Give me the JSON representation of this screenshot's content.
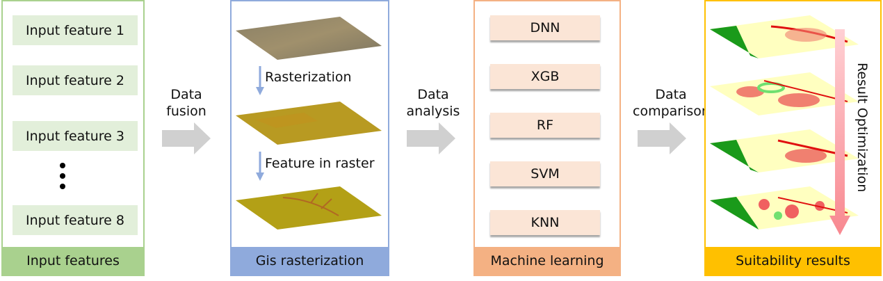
{
  "panels": {
    "input": {
      "title": "Input features",
      "border_color": "#a9d18e",
      "items": [
        "Input feature 1",
        "Input feature 2",
        "Input feature 3",
        "Input feature 8"
      ],
      "ellipsis": "vertical-dots"
    },
    "gis": {
      "title": "Gis rasterization",
      "border_color": "#8faadc",
      "steps": [
        "Rasterization",
        "Feature in raster"
      ],
      "layers": [
        "satellite-image-layer",
        "raster-layer",
        "feature-raster-layer"
      ]
    },
    "ml": {
      "title": "Machine learning",
      "border_color": "#f4b183",
      "models": [
        "DNN",
        "XGB",
        "RF",
        "SVM",
        "KNN"
      ]
    },
    "results": {
      "title": "Suitability results",
      "border_color": "#ffc000",
      "arrow_label": "Result Optimization",
      "layers": [
        "suitability-map-1",
        "suitability-map-2",
        "suitability-map-3",
        "suitability-map-4"
      ]
    }
  },
  "flows": [
    {
      "line1": "Data",
      "line2": "fusion"
    },
    {
      "line1": "Data",
      "line2": "analysis"
    },
    {
      "line1": "Data",
      "line2": "comparison"
    }
  ]
}
